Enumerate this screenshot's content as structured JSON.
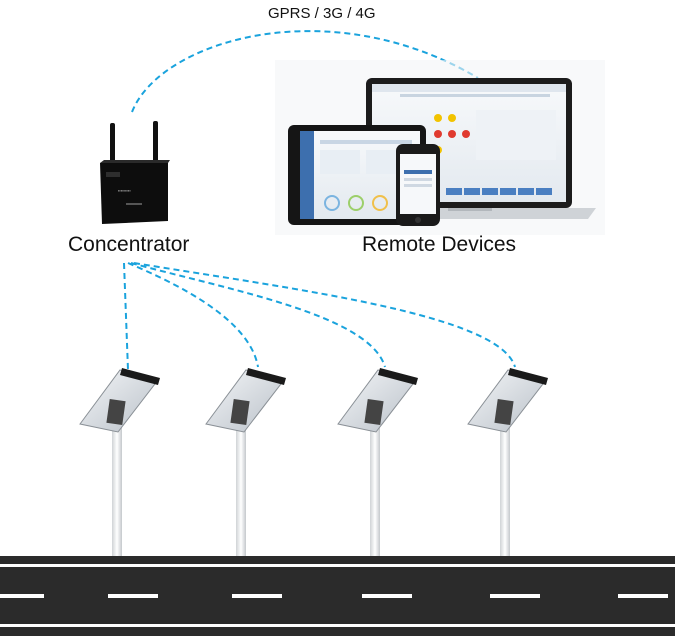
{
  "labels": {
    "network": "GPRS / 3G / 4G",
    "concentrator": "Concentrator",
    "remote_devices": "Remote Devices"
  },
  "colors": {
    "link_dashed": "#1aa3dd",
    "road": "#2b2b2b",
    "road_marking": "#ffffff",
    "device_body": "#111111",
    "pole": "#eeeeee"
  },
  "icons": {
    "concentrator": "router-with-antennas-icon",
    "laptop": "laptop-icon",
    "tablet": "tablet-icon",
    "phone": "smartphone-icon",
    "street_light": "solar-street-light-icon"
  }
}
